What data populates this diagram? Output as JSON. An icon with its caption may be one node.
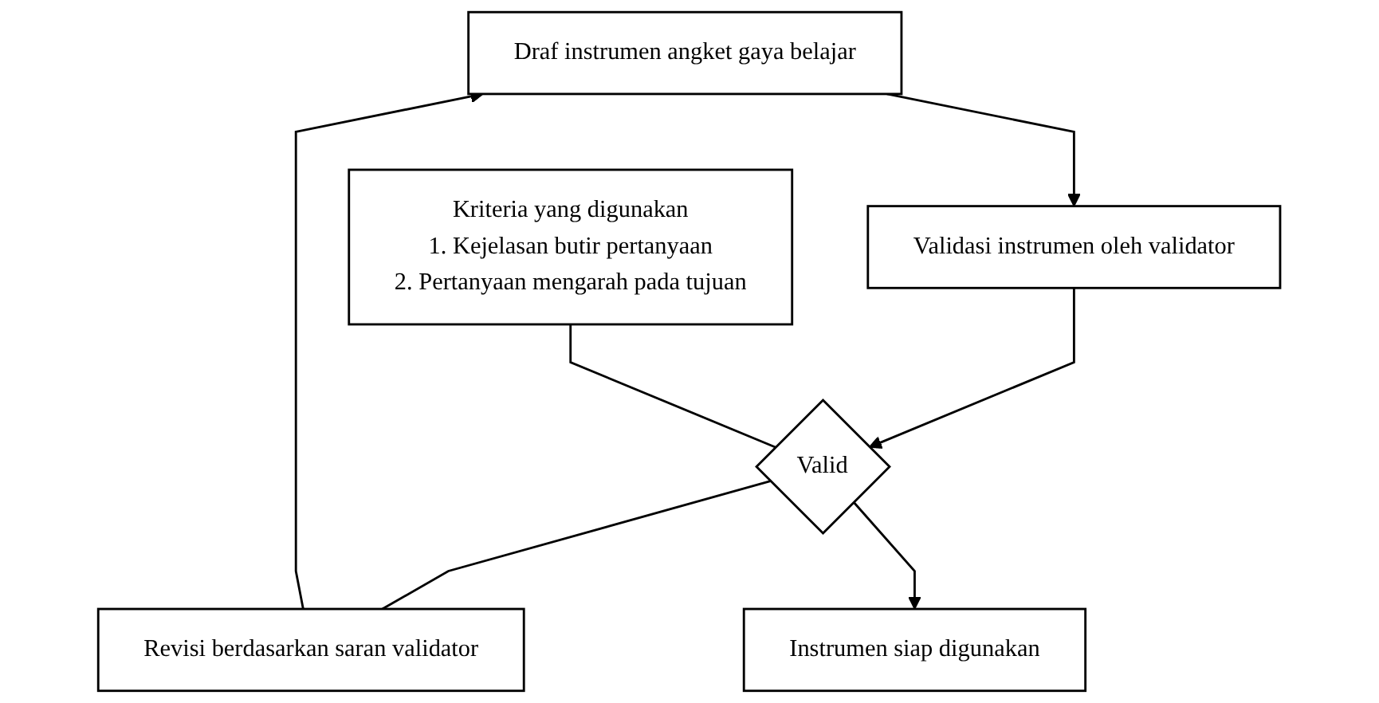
{
  "diagram": {
    "nodes": [
      {
        "text": [
          "Draf instrumen angket gaya belajar"
        ]
      },
      {
        "text": [
          "Validasi instrumen oleh validator"
        ]
      },
      {
        "text": [
          "Kriteria yang digunakan",
          "1. Kejelasan butir pertanyaan",
          "2. Pertanyaan mengarah pada tujuan"
        ]
      },
      {
        "text": [
          "Valid"
        ]
      },
      {
        "text": [
          "Revisi berdasarkan saran validator"
        ]
      },
      {
        "text": [
          "Instrumen siap digunakan"
        ]
      }
    ],
    "edges": [
      {
        "from": 0,
        "to": 1,
        "arrow": "to"
      },
      {
        "from": 1,
        "to": 3,
        "arrow": "to"
      },
      {
        "from": 2,
        "to": 3,
        "arrow": "none"
      },
      {
        "from": 3,
        "to": 4,
        "arrow": "none"
      },
      {
        "from": 4,
        "to": 0,
        "arrow": "to"
      },
      {
        "from": 3,
        "to": 5,
        "arrow": "to"
      }
    ]
  }
}
